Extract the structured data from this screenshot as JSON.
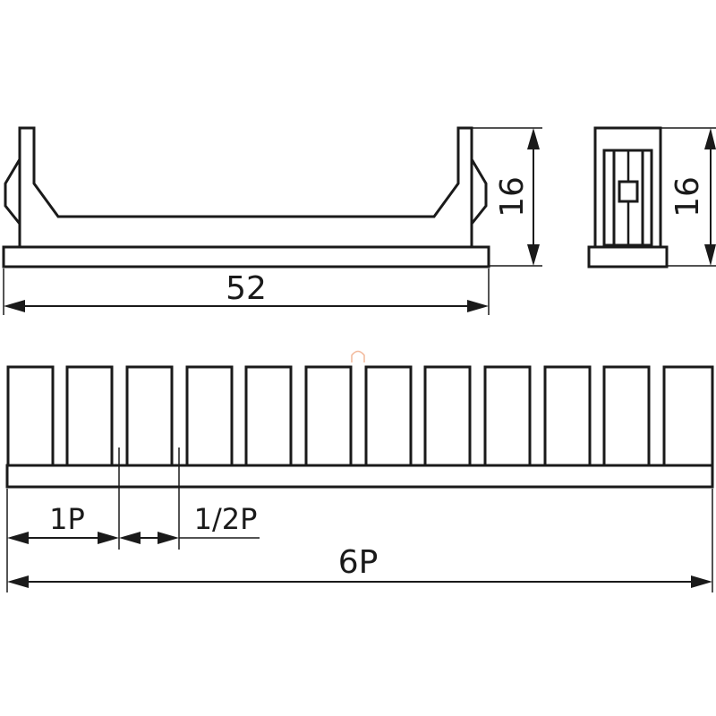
{
  "dimensions": {
    "width_front": "52",
    "height_front": "16",
    "height_side": "16",
    "pitch": "1P",
    "half_pitch": "1/2P",
    "total_span": "6P"
  }
}
